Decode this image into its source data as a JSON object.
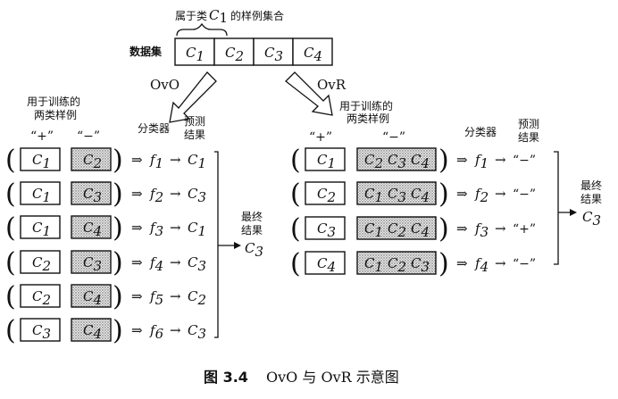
{
  "top": {
    "brace_label": "属于类",
    "brace_class": "C",
    "brace_sub": "1",
    "brace_suffix": "的样例集合",
    "dataset_label": "数据集",
    "classes": [
      {
        "c": "C",
        "s": "1"
      },
      {
        "c": "C",
        "s": "2"
      },
      {
        "c": "C",
        "s": "3"
      },
      {
        "c": "C",
        "s": "4"
      }
    ]
  },
  "ovo": {
    "arrow_label": "OvO",
    "pair_header_line1": "用于训练的",
    "pair_header_line2": "两类样例",
    "plus_label": "“+”",
    "minus_label": "“−”",
    "classifier_header": "分类器",
    "pred_header_line1": "预测",
    "pred_header_line2": "结果",
    "final_line1": "最终",
    "final_line2": "结果",
    "final_class": "C",
    "final_sub": "3",
    "rows": [
      {
        "pos": "1",
        "neg": "2",
        "f": "1",
        "pred": "1"
      },
      {
        "pos": "1",
        "neg": "3",
        "f": "2",
        "pred": "3"
      },
      {
        "pos": "1",
        "neg": "4",
        "f": "3",
        "pred": "1"
      },
      {
        "pos": "2",
        "neg": "3",
        "f": "4",
        "pred": "3"
      },
      {
        "pos": "2",
        "neg": "4",
        "f": "5",
        "pred": "2"
      },
      {
        "pos": "3",
        "neg": "4",
        "f": "6",
        "pred": "3"
      }
    ]
  },
  "ovr": {
    "arrow_label": "OvR",
    "pair_header_line1": "用于训练的",
    "pair_header_line2": "两类样例",
    "plus_label": "“+”",
    "minus_label": "“−”",
    "classifier_header": "分类器",
    "pred_header_line1": "预测",
    "pred_header_line2": "结果",
    "final_line1": "最终",
    "final_line2": "结果",
    "final_class": "C",
    "final_sub": "3",
    "rows": [
      {
        "pos": "1",
        "neg": [
          "2",
          "3",
          "4"
        ],
        "f": "1",
        "pred": "“−”"
      },
      {
        "pos": "2",
        "neg": [
          "1",
          "3",
          "4"
        ],
        "f": "2",
        "pred": "“−”"
      },
      {
        "pos": "3",
        "neg": [
          "1",
          "2",
          "4"
        ],
        "f": "3",
        "pred": "“+”"
      },
      {
        "pos": "4",
        "neg": [
          "1",
          "2",
          "3"
        ],
        "f": "4",
        "pred": "“−”"
      }
    ]
  },
  "caption": {
    "fig": "图 3.4",
    "title": "OvO 与 OvR 示意图"
  }
}
